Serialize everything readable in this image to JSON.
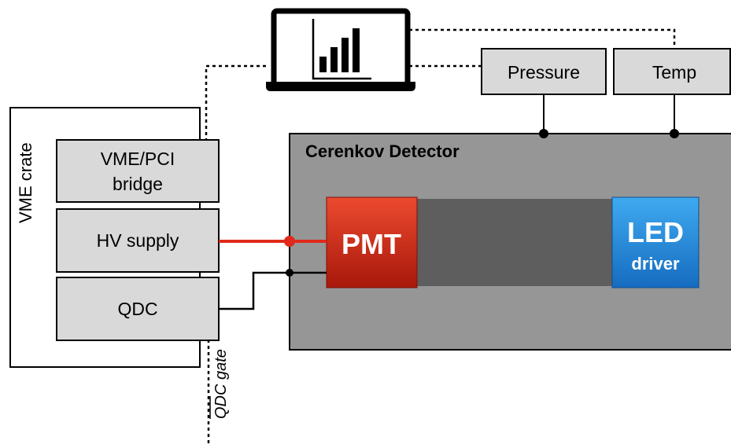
{
  "crate": {
    "label": "VME crate"
  },
  "modules": {
    "bridge": {
      "line1": "VME/PCI",
      "line2": "bridge"
    },
    "hv": {
      "label": "HV supply"
    },
    "qdc": {
      "label": "QDC"
    }
  },
  "sensors": {
    "pressure": "Pressure",
    "temp": "Temp"
  },
  "detector": {
    "title": "Cerenkov Detector"
  },
  "pmt": {
    "label": "PMT"
  },
  "led": {
    "line1": "LED",
    "line2": "driver"
  },
  "gate": {
    "label": "QDC gate"
  },
  "computer": {
    "icon": "laptop-bar-chart-icon"
  },
  "colors": {
    "module_fill": "#d9d9d9",
    "detector_fill": "#969696",
    "chamber_fill": "#5e5e5e",
    "pmt_top": "#e8452e",
    "pmt_bottom": "#b01e0e",
    "led_top": "#3aa6ea",
    "led_bottom": "#1a72c4",
    "hv_cable": "#e0291a"
  }
}
